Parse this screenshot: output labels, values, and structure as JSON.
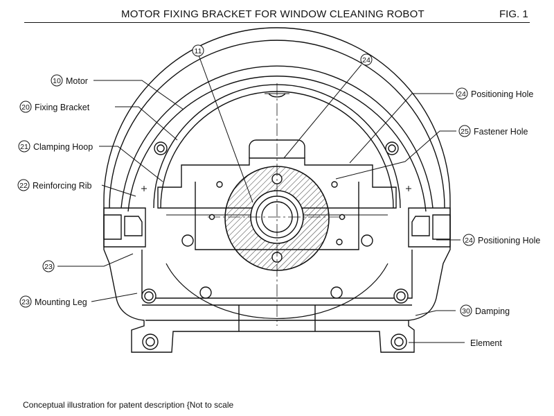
{
  "header": {
    "title": "MOTOR FIXING BRACKET FOR WINDOW CLEANING ROBOT",
    "fig": "FIG. 1"
  },
  "footnote": "Conceptual illustration for patent description {Not to scale",
  "callouts": {
    "n11": "11",
    "n24_top": "24"
  },
  "labels": {
    "motor": {
      "num": "10",
      "text": "Motor"
    },
    "fixing": {
      "num": "20",
      "text": "Fixing Bracket"
    },
    "clamping": {
      "num": "21",
      "text": "Clamping Hoop"
    },
    "rib": {
      "num": "22",
      "text": "Reinforcing Rib"
    },
    "leg_plain": {
      "num": "23",
      "text": ""
    },
    "leg": {
      "num": "23",
      "text": "Mounting Leg"
    },
    "pos_hole_1": {
      "num": "24",
      "text": "Positioning Hole"
    },
    "fastener": {
      "num": "25",
      "text": "Fastener Hole"
    },
    "pos_hole_2": {
      "num": "24",
      "text": "Positioning Hole"
    },
    "damping": {
      "num": "30",
      "text": "Damping"
    },
    "element": {
      "num": "",
      "text": "Element"
    }
  }
}
